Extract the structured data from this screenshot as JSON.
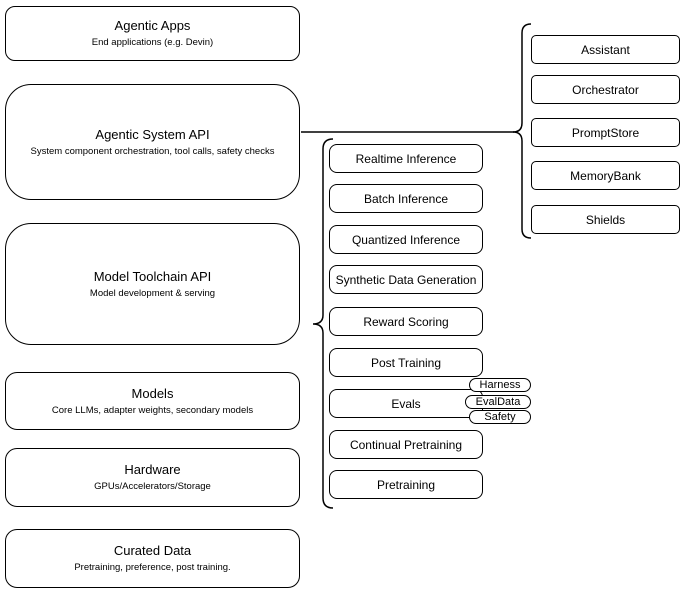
{
  "diagram": {
    "left_stack": [
      {
        "title": "Agentic Apps",
        "subtitle": "End applications (e.g. Devin)"
      },
      {
        "title": "Agentic System API",
        "subtitle": "System component orchestration, tool calls, safety checks"
      },
      {
        "title": "Model Toolchain API",
        "subtitle": "Model development & serving"
      },
      {
        "title": "Models",
        "subtitle": "Core LLMs, adapter weights, secondary models"
      },
      {
        "title": "Hardware",
        "subtitle": "GPUs/Accelerators/Storage"
      },
      {
        "title": "Curated Data",
        "subtitle": "Pretraining, preference, post training."
      }
    ],
    "toolchain_items": [
      "Realtime Inference",
      "Batch Inference",
      "Quantized Inference",
      "Synthetic Data Generation",
      "Reward Scoring",
      "Post Training",
      "Evals",
      "Continual Pretraining",
      "Pretraining"
    ],
    "eval_tags": [
      "Harness",
      "EvalData",
      "Safety"
    ],
    "system_components": [
      "Assistant",
      "Orchestrator",
      "PromptStore",
      "MemoryBank",
      "Shields"
    ],
    "colors": {
      "line": "#000000",
      "background": "#ffffff"
    }
  }
}
